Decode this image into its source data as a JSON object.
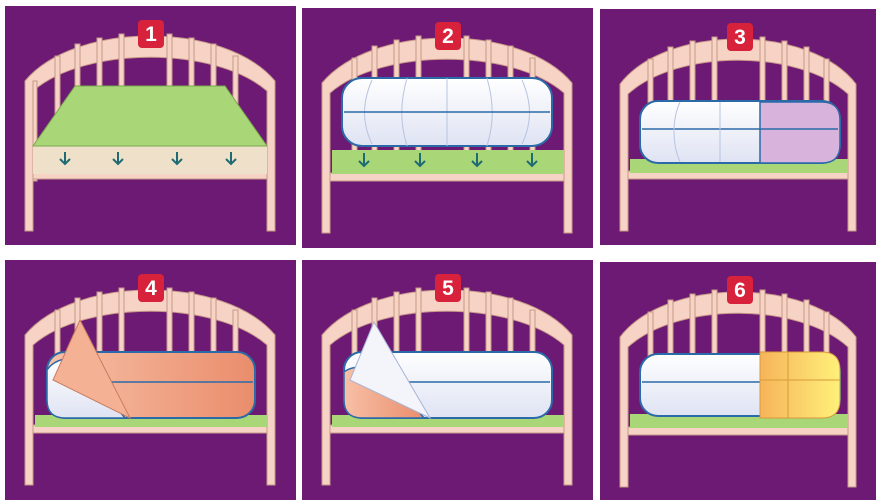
{
  "colors": {
    "panel_background": "#6c1a74",
    "crib_frame": "#f6d3c4",
    "crib_outline": "#c79888",
    "badge": "#d8213a",
    "mattress_outline": "#2b6aa8",
    "waterproof_cover": "#a9d677",
    "mattress_white": "#eef0fa",
    "sheet_lilac": "#d8b3dc",
    "sheet_peach": "#f2a485",
    "blanket_yellow": "#ffe26a",
    "arrow": "#1f6b73"
  },
  "steps": [
    {
      "number": "1",
      "icon": "waterproof-cover-lowering-icon"
    },
    {
      "number": "2",
      "icon": "mattress-placed-icon"
    },
    {
      "number": "3",
      "icon": "fitted-sheet-icon"
    },
    {
      "number": "4",
      "icon": "sheet-folded-back-icon"
    },
    {
      "number": "5",
      "icon": "top-sheet-folded-icon"
    },
    {
      "number": "6",
      "icon": "blanket-added-icon"
    }
  ]
}
